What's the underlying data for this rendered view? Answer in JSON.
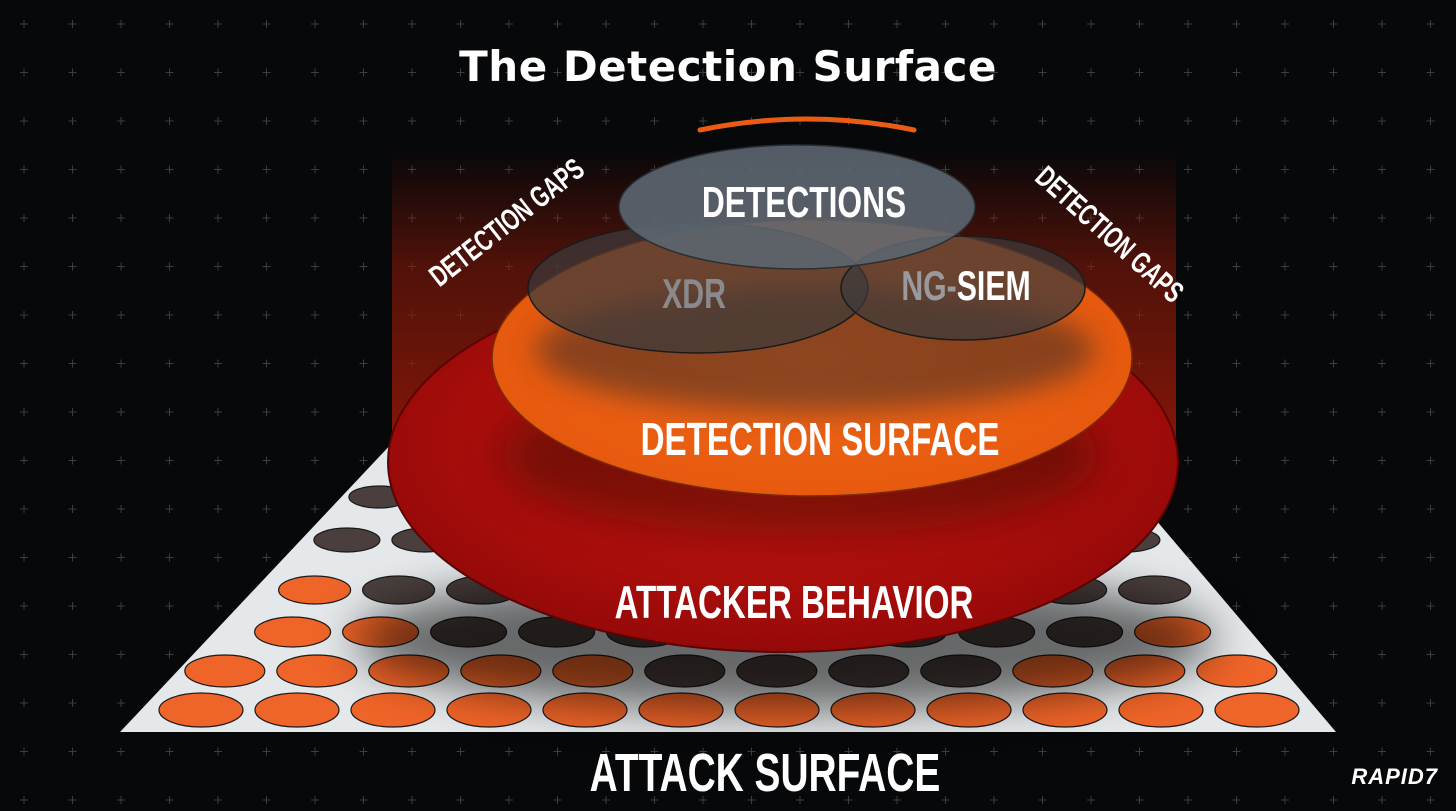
{
  "title": "The Detection Surface",
  "labels": {
    "detections": "DETECTIONS",
    "xdr": "XDR",
    "ng_siem_prefix": "NG-",
    "ng_siem_suffix": "SIEM",
    "detection_surface": "DETECTION SURFACE",
    "attacker_behavior": "ATTACKER BEHAVIOR",
    "attack_surface": "ATTACK SURFACE",
    "gap_left": "DETECTION GAPS",
    "gap_right": "DETECTION GAPS"
  },
  "logo": "RAPID7",
  "colors": {
    "background": "#07080a",
    "accent_orange": "#ea5c14",
    "attacker_red": "#c41010",
    "dot_orange": "#ef6428",
    "platform": "#e4e8ea",
    "detections_grey": "#5c6670"
  }
}
